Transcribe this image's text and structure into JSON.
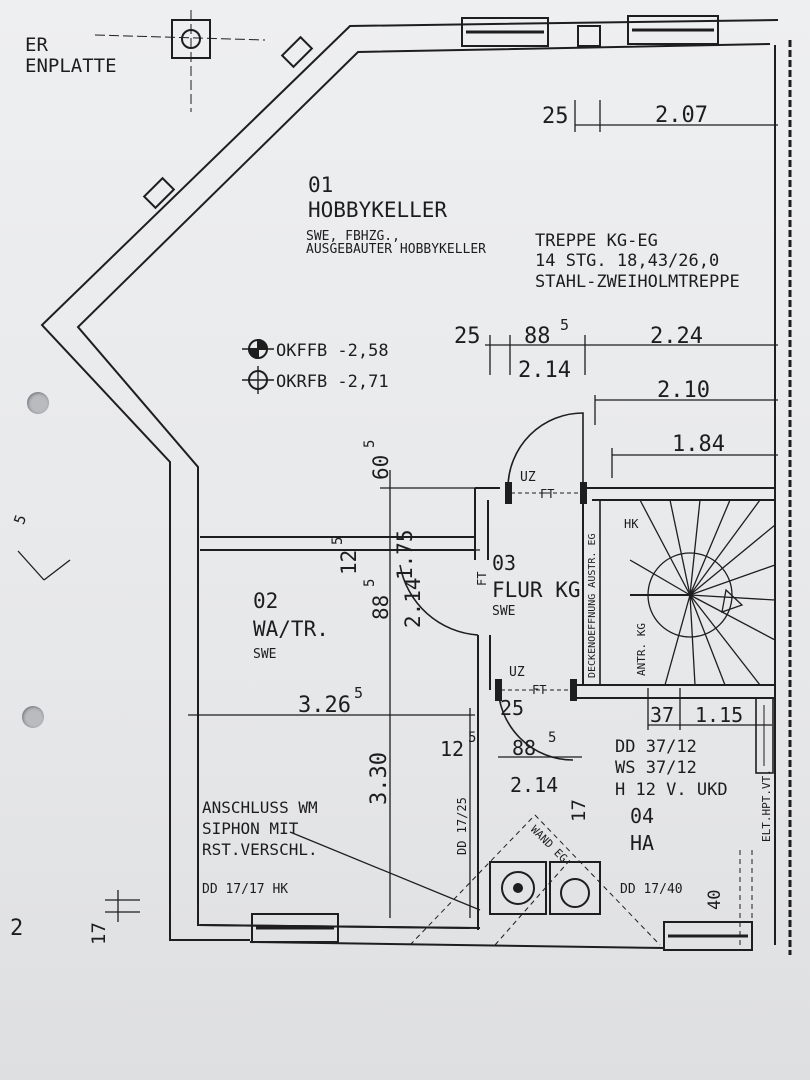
{
  "sheet": {
    "top_left_note_1": "ER",
    "top_left_note_2": "ENPLATTE",
    "margin_number": "2",
    "margin_mark": "5"
  },
  "rooms": {
    "hobbykeller": {
      "number": "01",
      "name": "HOBBYKELLER",
      "note_1": "SWE, FBHZG.,",
      "note_2": "AUSGEBAUTER HOBBYKELLER"
    },
    "wa_tr": {
      "number": "02",
      "name": "WA/TR.",
      "note": "SWE"
    },
    "flur": {
      "number": "03",
      "name": "FLUR KG",
      "note": "SWE"
    },
    "ha": {
      "number": "04",
      "name": "HA"
    }
  },
  "stair": {
    "line_1": "TREPPE KG-EG",
    "line_2": "14 STG. 18,43/26,0",
    "line_3": "STAHL-ZWEIHOLMTREPPE",
    "hk": "HK",
    "antr": "ANTR. KG",
    "ceiling_opening": "DECKENOEFFNUNG AUSTR. EG"
  },
  "levels": {
    "okffb": "OKFFB  -2,58",
    "okrfb": "OKRFB  -2,71"
  },
  "doors": {
    "uz_1": "UZ",
    "ft_1": "FT",
    "ft_side": "FT",
    "uz_2": "UZ",
    "ft_2": "FT"
  },
  "dimensions": {
    "d25_top": "25",
    "d207": "2.07",
    "d25_mid": "25",
    "d88_mid": "88",
    "d88_mid_sup": "5",
    "d224": "2.24",
    "d214_mid": "2.14",
    "d210": "2.10",
    "d184": "1.84",
    "v60": "60",
    "v60_sup": "5",
    "v12": "12",
    "v12_sup": "5",
    "v175": "1.75",
    "v88": "88",
    "v88_sup": "5",
    "v214": "2.14",
    "d326": "3.26",
    "d326_sup": "5",
    "v330": "3.30",
    "d25_low": "25",
    "d12_low": "12",
    "d12_low_sup": "5",
    "d88_low": "88",
    "d88_low_sup": "5",
    "d214_low": "2.14",
    "v17": "17",
    "d37": "37",
    "d115": "1.15",
    "v17_left": "17",
    "v40": "40"
  },
  "notes": {
    "dd_ws_1": "DD 37/12",
    "dd_ws_2": "WS 37/12",
    "dd_ws_3": "H 12 V. UKD",
    "anschluss_1": "ANSCHLUSS WM",
    "anschluss_2": "SIPHON MIT",
    "anschluss_3": "RST.VERSCHL.",
    "dd_hk": "DD 17/17 HK",
    "dd_1740": "DD 17/40",
    "dd_1725": "DD 17/25",
    "wand_eg": "WAND EG",
    "elt": "ELT.HPT.VT."
  }
}
